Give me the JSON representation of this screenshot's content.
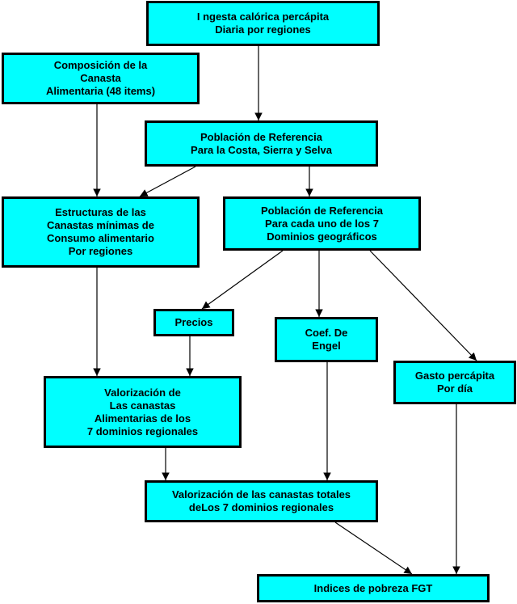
{
  "nodes": {
    "ingesta": {
      "lines": [
        "I ngesta calórica percápita",
        "Diaria por regiones"
      ]
    },
    "composicion": {
      "lines": [
        "Composición de la",
        "Canasta",
        "Alimentaria (48 items)"
      ]
    },
    "poblacion_css": {
      "lines": [
        "Población de Referencia",
        "Para la Costa, Sierra y Selva"
      ]
    },
    "estructuras": {
      "lines": [
        "Estructuras de las",
        "Canastas mínimas de",
        "Consumo alimentario",
        "Por regiones"
      ]
    },
    "poblacion_dom": {
      "lines": [
        "Población de Referencia",
        "Para cada uno de los 7",
        "Dominios geográficos"
      ]
    },
    "precios": {
      "lines": [
        "Precios"
      ]
    },
    "engel": {
      "lines": [
        "Coef. De",
        "Engel"
      ]
    },
    "gasto": {
      "lines": [
        "Gasto percápita",
        "Por día"
      ]
    },
    "valorizacion_alim": {
      "lines": [
        "Valorización de",
        "Las canastas",
        "Alimentarias de los",
        "7 dominios regionales"
      ]
    },
    "valorizacion_tot": {
      "lines": [
        "Valorización de las canastas totales",
        "deLos 7 dominios regionales"
      ]
    },
    "indices": {
      "lines": [
        "Indices de pobreza FGT"
      ]
    }
  },
  "colors": {
    "box_fill": "#00ffff",
    "border": "#000000",
    "arrow": "#000000"
  }
}
